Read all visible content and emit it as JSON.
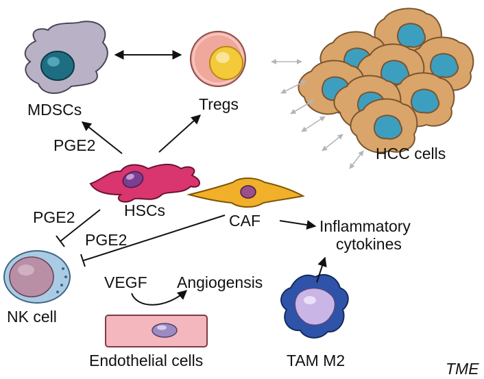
{
  "labels": {
    "mdscs": "MDSCs",
    "tregs": "Tregs",
    "hcc_cells": "HCC cells",
    "pge2_mdscs": "PGE2",
    "hscs": "HSCs",
    "pge2_nk": "PGE2",
    "pge2_caf": "PGE2",
    "caf": "CAF",
    "inflammatory_line1": "Inflammatory",
    "inflammatory_line2": "cytokines",
    "nk_cell": "NK cell",
    "vegf": "VEGF",
    "angiogenesis": "Angiogensis",
    "endothelial": "Endothelial cells",
    "tam_m2": "TAM M2",
    "tme": "TME"
  },
  "colors": {
    "arrow": "#111111",
    "gray_arrow": "#b5b5b5",
    "mdsc_body": "#b9b2c6",
    "mdsc_nucleus": "#1f6d82",
    "treg_body": "#f0a79c",
    "treg_nucleus": "#f4c93a",
    "hcc_body": "#d9a56a",
    "hcc_nucleus": "#3d9fc0",
    "hsc_body": "#d9356e",
    "hsc_nucleus": "#7b3f91",
    "caf_body": "#f0b02a",
    "caf_nucleus": "#9a4f8a",
    "nk_body": "#a9cbe4",
    "nk_nucleus": "#b98fa6",
    "endothelial_body": "#f4b7bd",
    "endothelial_nucleus": "#9c8bc0",
    "tam_body": "#2e53a8",
    "tam_nucleus": "#c9b6e6"
  }
}
